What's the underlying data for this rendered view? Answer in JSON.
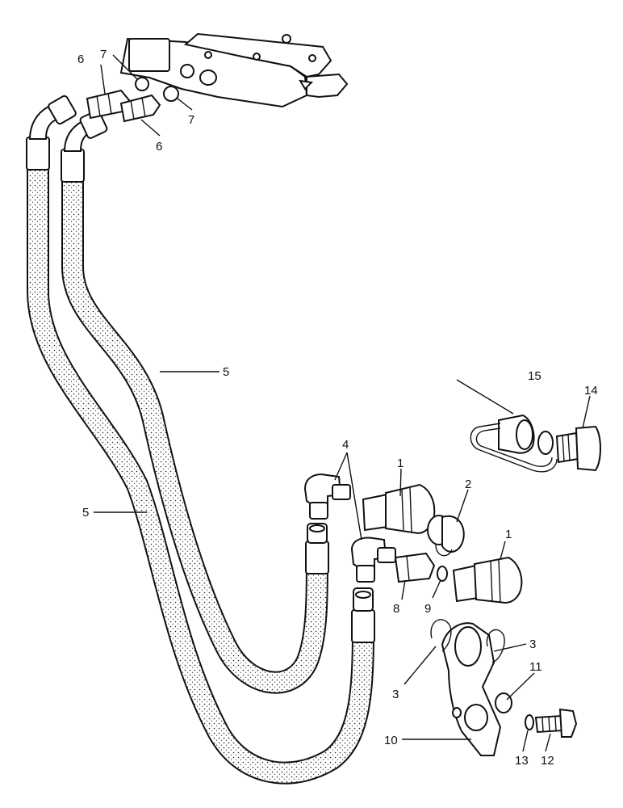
{
  "labels": {
    "l1a": "1",
    "l1b": "1",
    "l2": "2",
    "l3a": "3",
    "l3b": "3",
    "l4": "4",
    "l5a": "5",
    "l5b": "5",
    "l6a": "6",
    "l6b": "6",
    "l7a": "7",
    "l7b": "7",
    "l8": "8",
    "l9": "9",
    "l10": "10",
    "l11": "11",
    "l12": "12",
    "l13": "13",
    "l14": "14",
    "l15": "15"
  }
}
